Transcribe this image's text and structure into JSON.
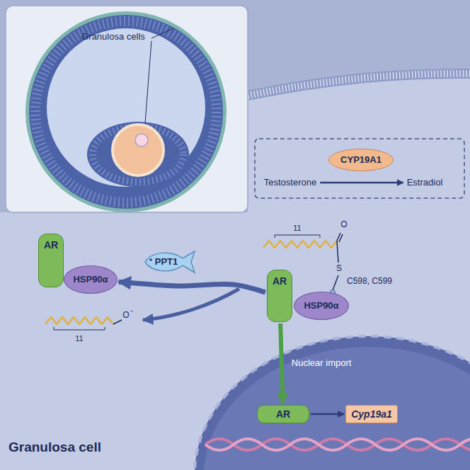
{
  "diagram": {
    "nodes": [
      {
        "text": [
          "CYP19A1"
        ]
      },
      {
        "text": [
          "Testosterone"
        ]
      },
      {
        "text": [
          "Estradiol"
        ]
      },
      {
        "text": [
          "AR"
        ]
      },
      {
        "text": [
          "HSP90α"
        ]
      },
      {
        "text": [
          "PPT1"
        ]
      },
      {
        "text": [
          "AR"
        ]
      },
      {
        "text": [
          "HSP90α"
        ]
      },
      {
        "text": [
          "AR"
        ]
      },
      {
        "text": [
          "Cyp19a1"
        ]
      }
    ],
    "edges": [
      {
        "from": 1,
        "to": 2,
        "arrow": "to"
      },
      {
        "from": 6,
        "to": 4,
        "arrow": "to"
      },
      {
        "from": 6,
        "to": 8,
        "arrow": "to",
        "label": "Nuclear import"
      },
      {
        "from": 8,
        "to": 9,
        "arrow": "to"
      }
    ],
    "labels": [
      "Granulosa cells",
      "11",
      "O",
      "S",
      "C598, C599",
      "11",
      "O",
      "-",
      "Granulosa cell"
    ]
  }
}
